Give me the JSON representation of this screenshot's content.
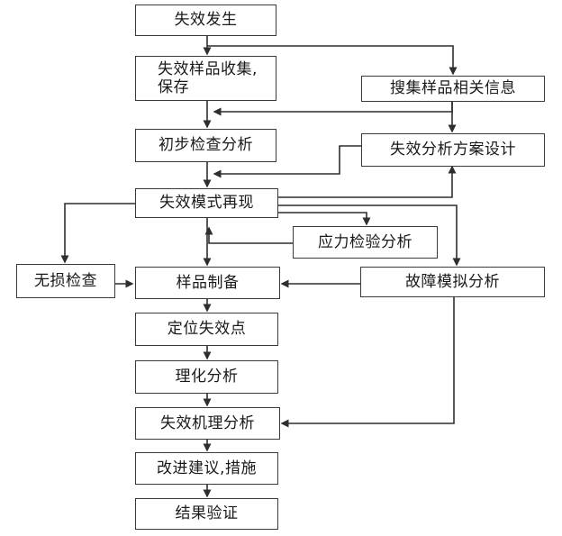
{
  "flowchart": {
    "nodes": {
      "failure_occurs": "失效发生",
      "sample_collection_line1": "失效样品收集,",
      "sample_collection_line2": "保存",
      "collect_info": "搜集样品相关信息",
      "preliminary_check": "初步检查分析",
      "plan_design": "失效分析方案设计",
      "mode_reproduction": "失效模式再现",
      "stress_test": "应力检验分析",
      "nondestructive_check": "无损检查",
      "sample_preparation": "样品制备",
      "fault_simulation": "故障模拟分析",
      "locate_failure_point": "定位失效点",
      "physicochemical_analysis": "理化分析",
      "mechanism_analysis": "失效机理分析",
      "improvement_suggestions": "改进建议,措施",
      "result_verification": "结果验证"
    }
  },
  "colors": {
    "line": "#2e2e2e",
    "border": "#3a3a3a",
    "text": "#1a1a1a",
    "background": "#ffffff"
  }
}
